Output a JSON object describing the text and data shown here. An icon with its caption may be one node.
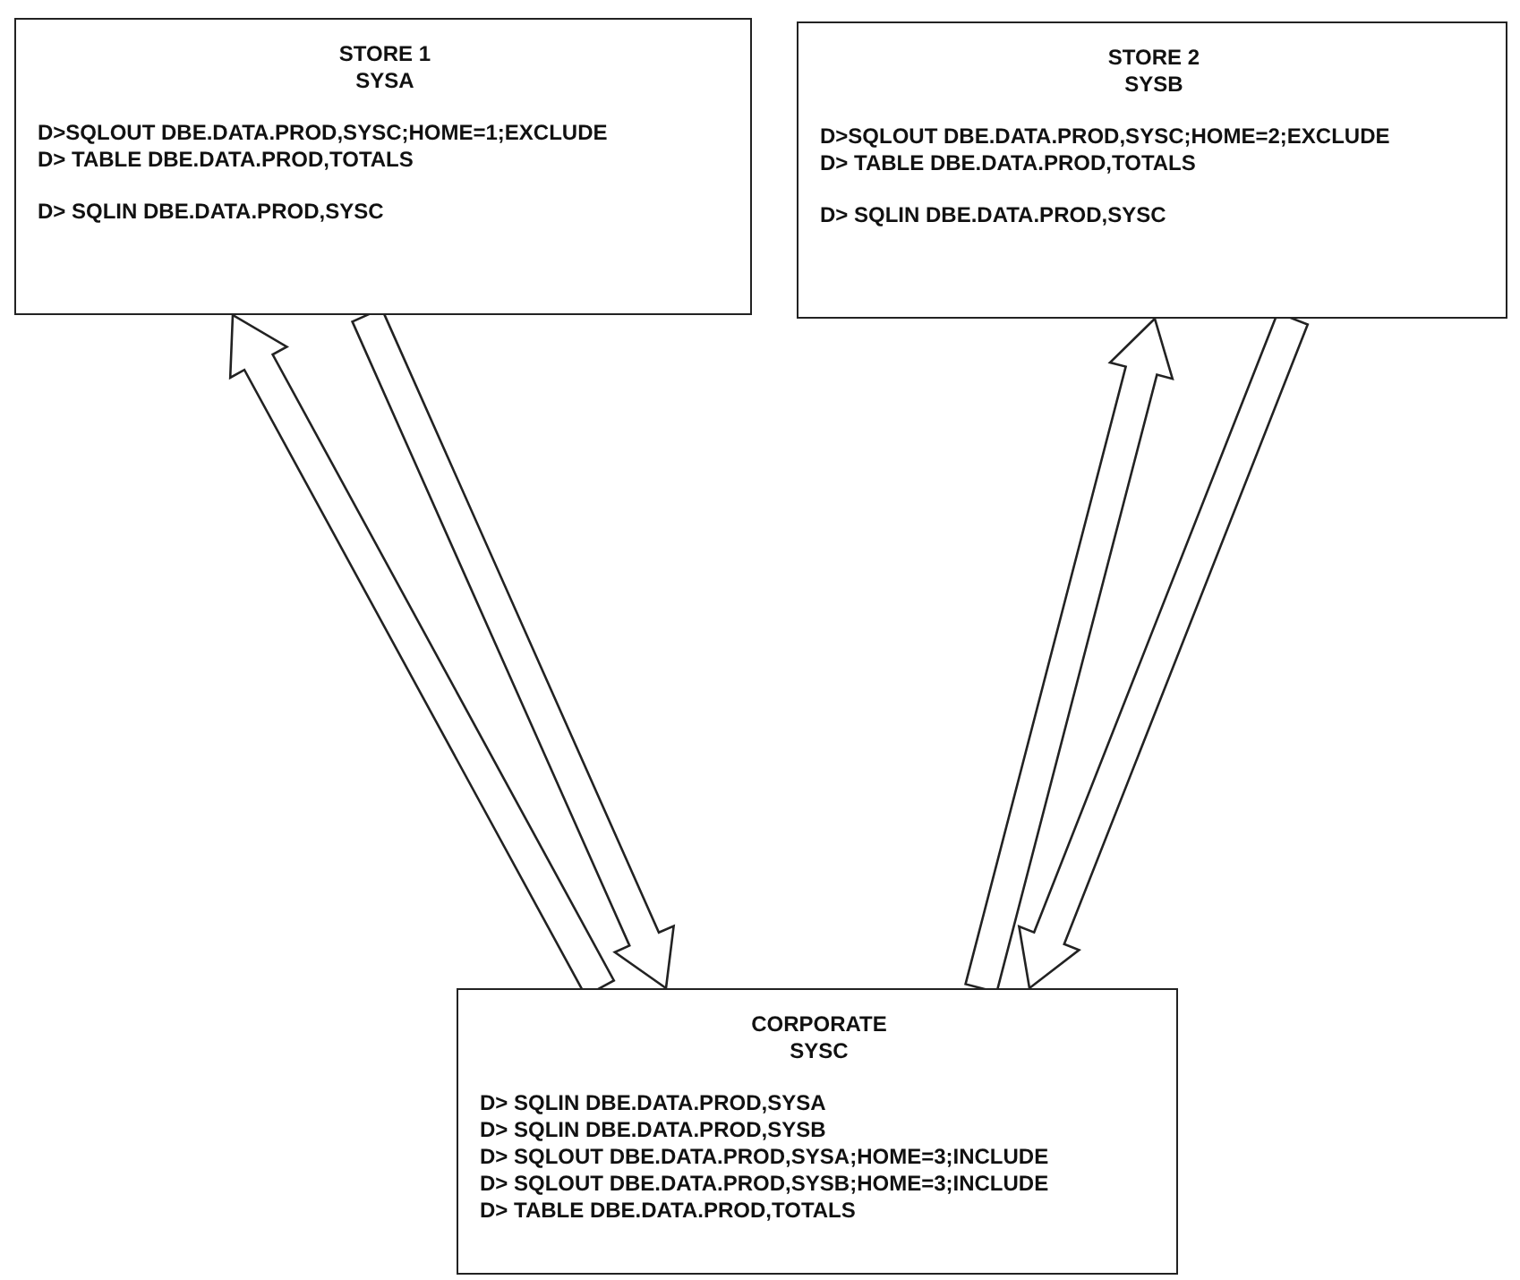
{
  "diagram": {
    "nodes": [
      {
        "text": [
          "STORE 1",
          "SYSA",
          "D>SQLOUT DBE.DATA.PROD,SYSC;HOME=1;EXCLUDE",
          "D> TABLE DBE.DATA.PROD,TOTALS",
          "D> SQLIN DBE.DATA.PROD,SYSC"
        ]
      },
      {
        "text": [
          "STORE 2",
          "SYSB",
          "D>SQLOUT DBE.DATA.PROD,SYSC;HOME=2;EXCLUDE",
          "D> TABLE DBE.DATA.PROD,TOTALS",
          "D> SQLIN DBE.DATA.PROD,SYSC"
        ]
      },
      {
        "text": [
          "CORPORATE",
          "SYSC",
          "D> SQLIN DBE.DATA.PROD,SYSA",
          "D> SQLIN DBE.DATA.PROD,SYSB",
          "D> SQLOUT DBE.DATA.PROD,SYSA;HOME=3;INCLUDE",
          "D> SQLOUT DBE.DATA.PROD,SYSB;HOME=3;INCLUDE",
          "D> TABLE DBE.DATA.PROD,TOTALS"
        ]
      }
    ],
    "edges": [
      {
        "from": 2,
        "to": 0,
        "arrow": "to"
      },
      {
        "from": 0,
        "to": 2,
        "arrow": "to"
      },
      {
        "from": 2,
        "to": 1,
        "arrow": "to"
      },
      {
        "from": 1,
        "to": 2,
        "arrow": "to"
      }
    ]
  }
}
